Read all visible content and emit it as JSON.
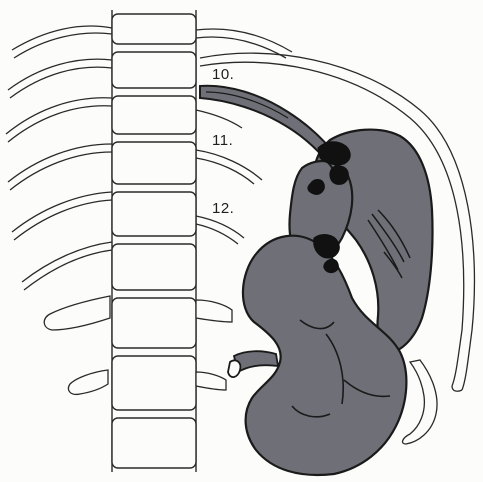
{
  "diagram": {
    "rib_labels": {
      "rib_10": "10.",
      "rib_11": "11.",
      "rib_12": "12."
    },
    "colors": {
      "organ_fill": "#6f7077",
      "ink": "#1a1a1a",
      "paper": "#fcfcfb"
    }
  }
}
